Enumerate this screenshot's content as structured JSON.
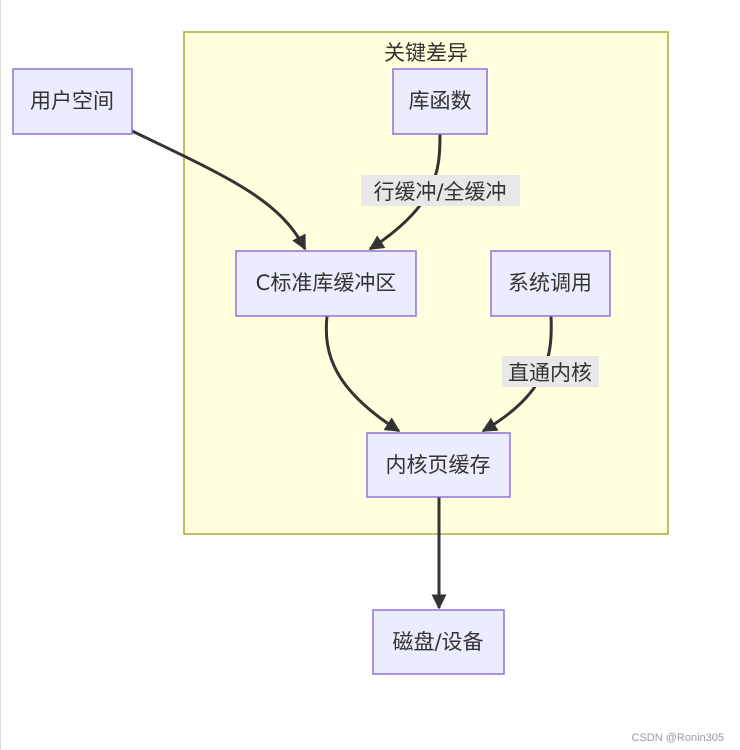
{
  "cluster": {
    "label": "关键差异"
  },
  "nodes": {
    "user_space": "用户空间",
    "lib_func": "库函数",
    "c_buffer": "C标准库缓冲区",
    "syscall": "系统调用",
    "page_cache": "内核页缓存",
    "disk": "磁盘/设备"
  },
  "edges": {
    "lib_to_buffer": "行缓冲/全缓冲",
    "syscall_to_cache": "直通内核"
  },
  "watermark": "CSDN @Ronin305",
  "colors": {
    "node_fill": "#ECECFF",
    "node_stroke": "#9370DB",
    "cluster_fill": "#FFFFDE",
    "cluster_stroke": "#AAAA33",
    "edge": "#333333"
  }
}
